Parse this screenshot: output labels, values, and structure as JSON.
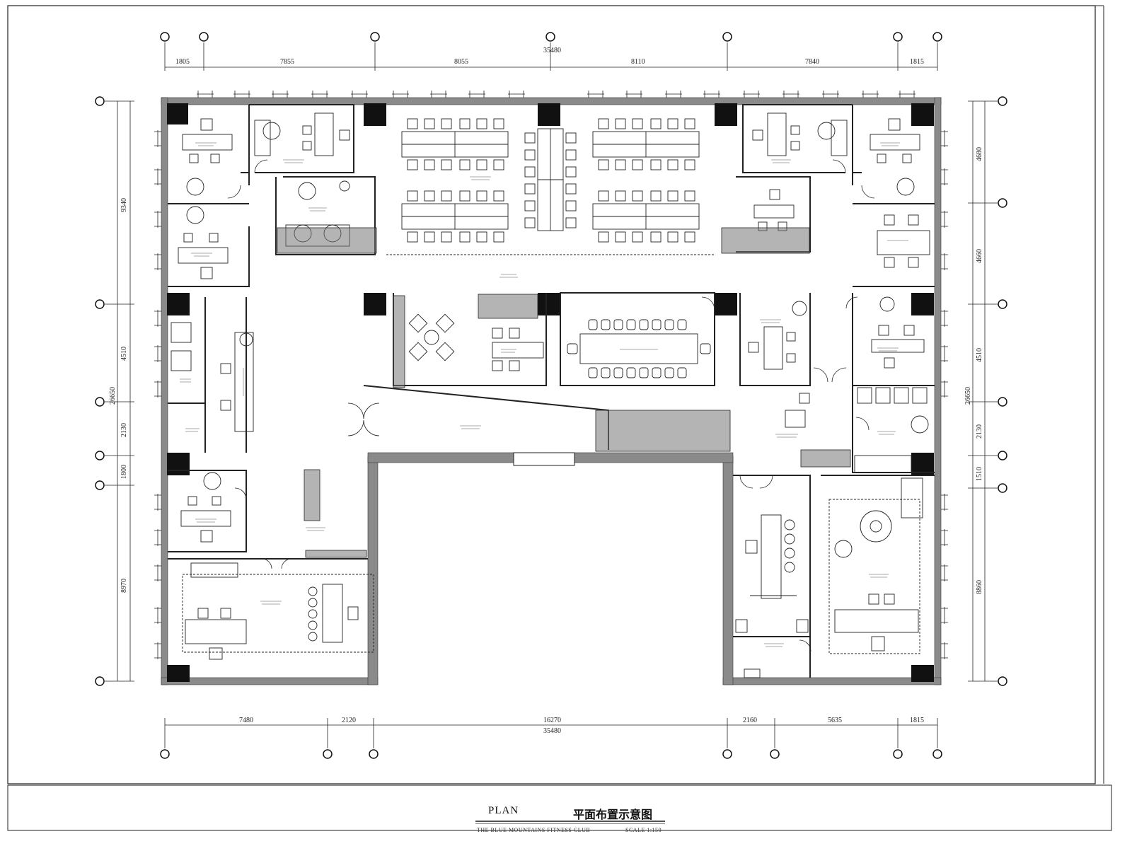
{
  "title_block": {
    "plan_label": "PLAN",
    "title_cn": "平面布置示意图",
    "club_name": "THE BLUE MOUNTAINS FITNESS CLUB",
    "scale": "SCALE 1:150"
  },
  "dimensions": {
    "top_total": "35480",
    "top_segments": [
      "1805",
      "7855",
      "8055",
      "8110",
      "7840",
      "1815"
    ],
    "bottom_total": "35480",
    "bottom_segments": [
      "7480",
      "2120",
      "16270",
      "2160",
      "5635",
      "1815"
    ],
    "left_total": "26650",
    "left_segments": [
      "9340",
      "4510",
      "2130",
      "1800",
      "8970"
    ],
    "right_total": "26650",
    "right_segments": [
      "4680",
      "4660",
      "4510",
      "2130",
      "1510",
      "8860"
    ]
  },
  "colors": {
    "wall": "#8a8a8a",
    "column": "#111111",
    "line": "#222222",
    "planting": "#555555"
  }
}
